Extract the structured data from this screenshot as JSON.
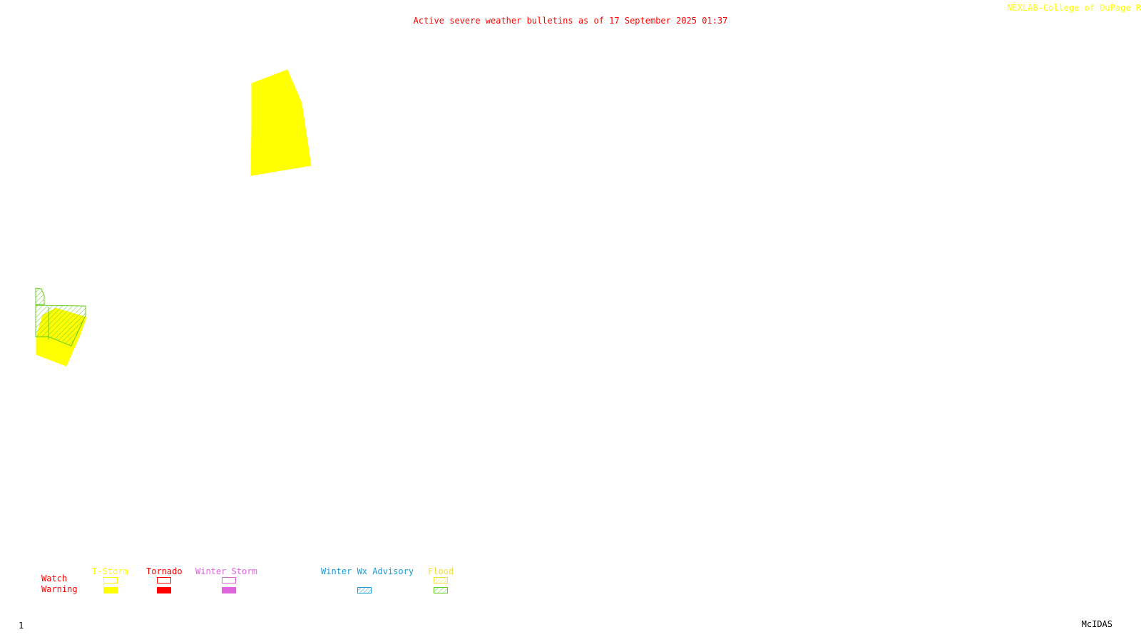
{
  "header": {
    "title": "Active severe weather bulletins as of 17 September 2025 01:37",
    "credit": "NEXLAB-College of DuPage R"
  },
  "footer": {
    "frame_number": "1",
    "brand": "McIDAS"
  },
  "legend": {
    "rows": [
      "Watch",
      "Warning"
    ],
    "categories": [
      {
        "label": "T-Storm",
        "color": "#ffff00",
        "style": "solid"
      },
      {
        "label": "Tornado",
        "color": "#ff0000",
        "style": "solid"
      },
      {
        "label": "Winter Storm",
        "color": "#dd66dd",
        "style": "solid"
      },
      {
        "label": "Winter Wx Advisory",
        "color": "#1a9ad6",
        "style": "hatched"
      },
      {
        "label": "Flood",
        "color": "#f0e040",
        "warning_color": "#66cc22",
        "style": "hatched"
      }
    ]
  },
  "map": {
    "active_areas": [
      "T-Storm Warning",
      "Flood Warning"
    ]
  }
}
